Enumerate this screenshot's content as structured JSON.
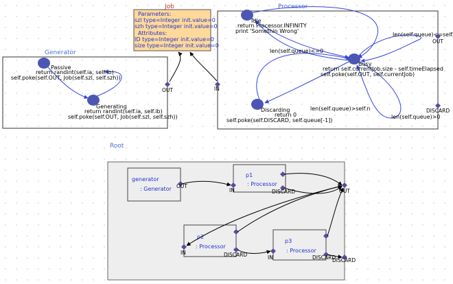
{
  "colors": {
    "state_fill": "#4b56b4",
    "port_fill": "#5a4aa0",
    "transition": "#3344dd",
    "title_blue": "#4a6fd1",
    "title_red": "#c0392b",
    "job_fill": "#ffd99a",
    "root_fill": "#eeeeee"
  },
  "job": {
    "title": "Job",
    "parameters_header": "Parameters:",
    "param1": "szl type=Integer init.value=0",
    "param2": "szh type=Integer init.value=0",
    "attributes_header": "Attributes:",
    "attr1": "ID type=Integer init.value=0",
    "attr2": "size type=Integer init.value=0"
  },
  "generator": {
    "title": "Generator",
    "passive_label": "Passive",
    "passive_action1": "return randint(self.ia, self.ib)",
    "passive_action2": "self.poke(self.OUT, Job(self.szl, self.szh))",
    "generating_label": "Generating",
    "generating_action1": "return randint(self.ia, self.ib)",
    "generating_action2": "self.poke(self.OUT, Job(self.szl, self.szh))",
    "out_port": "OUT"
  },
  "processor": {
    "title": "Processor",
    "in_port": "IN",
    "out_port": "OUT",
    "discard_port": "DISCARD",
    "idle_label": "Idle",
    "idle_action1": "return Processor.INFINITY",
    "idle_action2": "print 'Somethin Wrong'",
    "busy_label": "Busy",
    "busy_action1": "return self.currentJob.size - self.timeElapsed",
    "busy_action2": "self.poke(self.OUT, self.currentJob)",
    "discarding_label": "Discarding",
    "discarding_action1": "return 0",
    "discarding_action2": "self.poke(self.DISCARD, self.queue[-1])",
    "guard_le0": "len(self.queue)<=0",
    "guard_gt_n": "len(self.queue)>self.n",
    "guard_gt0": "len(self.queue)>0",
    "guard_le_n": "len(self.queue)<=self.n"
  },
  "root": {
    "title": "Root",
    "generator_name": "generator",
    "generator_type": ": Generator",
    "p1_name": "p1",
    "p1_type": ": Processor",
    "p2_name": "p2",
    "p2_type": ": Processor",
    "p3_name": "p3",
    "p3_type": ": Processor",
    "out_port": "OUT",
    "in_port": "IN",
    "discard_port": "DISCARD"
  }
}
